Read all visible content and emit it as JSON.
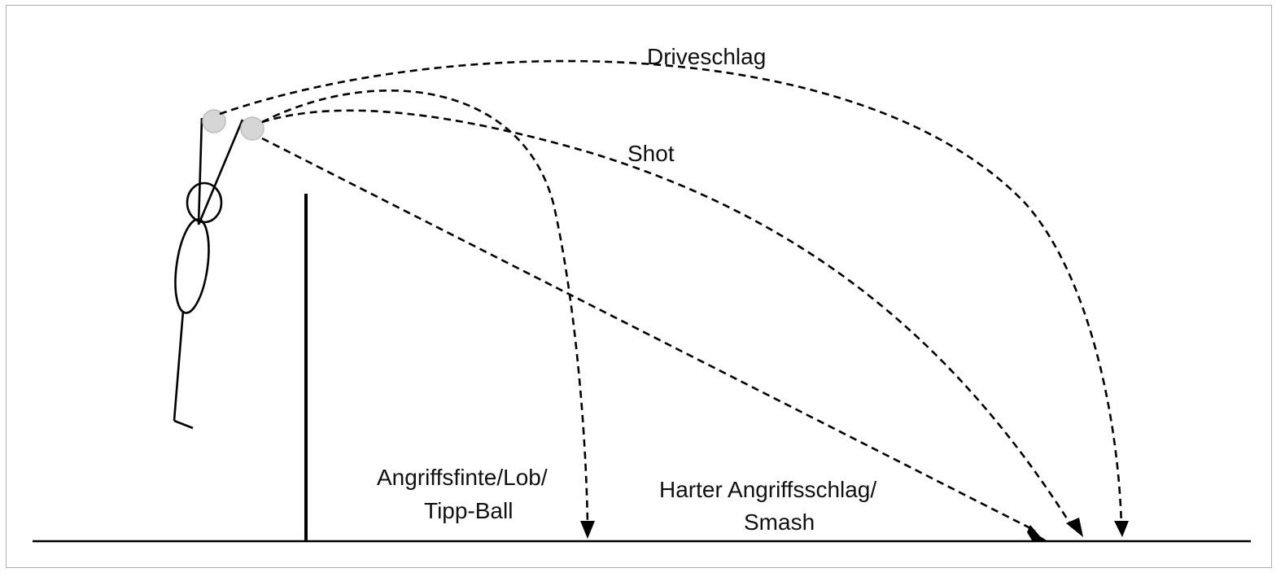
{
  "labels": {
    "drive": "Driveschlag",
    "shot": "Shot",
    "feint_line1": "Angriffsfinte/Lob/",
    "feint_line2": "Tipp-Ball",
    "smash_line1": "Harter Angriffsschlag/",
    "smash_line2": "Smash"
  },
  "colors": {
    "line": "#000000",
    "shuttle": "#d6d6d6",
    "shuttle_stroke": "#bdbdbd",
    "frame": "#b0b0b0"
  }
}
